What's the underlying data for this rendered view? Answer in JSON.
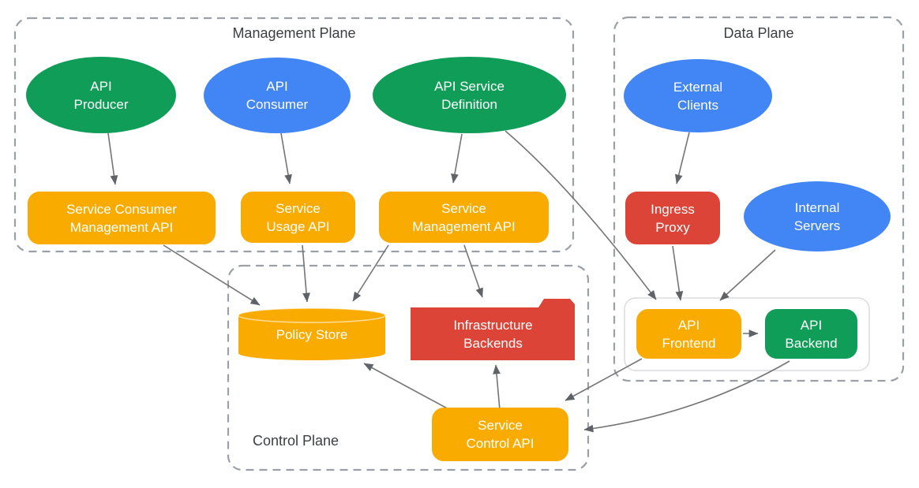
{
  "planes": {
    "management": {
      "label": "Management Plane"
    },
    "data": {
      "label": "Data Plane"
    },
    "control": {
      "label": "Control Plane"
    }
  },
  "nodes": {
    "api_producer": {
      "line1": "API",
      "line2": "Producer",
      "shape": "ellipse",
      "color": "#0f9d58"
    },
    "api_consumer": {
      "line1": "API",
      "line2": "Consumer",
      "shape": "ellipse",
      "color": "#4285f4"
    },
    "api_service_definition": {
      "line1": "API Service",
      "line2": "Definition",
      "shape": "ellipse",
      "color": "#0f9d58"
    },
    "external_clients": {
      "line1": "External",
      "line2": "Clients",
      "shape": "ellipse",
      "color": "#4285f4"
    },
    "internal_servers": {
      "line1": "Internal",
      "line2": "Servers",
      "shape": "ellipse",
      "color": "#4285f4"
    },
    "service_consumer_management_api": {
      "line1": "Service Consumer",
      "line2": "Management API",
      "shape": "rounded-rect",
      "color": "#f9ab00"
    },
    "service_usage_api": {
      "line1": "Service",
      "line2": "Usage API",
      "shape": "rounded-rect",
      "color": "#f9ab00"
    },
    "service_management_api": {
      "line1": "Service",
      "line2": "Management API",
      "shape": "rounded-rect",
      "color": "#f9ab00"
    },
    "ingress_proxy": {
      "line1": "Ingress",
      "line2": "Proxy",
      "shape": "rounded-rect",
      "color": "#db4437"
    },
    "api_frontend": {
      "line1": "API",
      "line2": "Frontend",
      "shape": "rounded-rect",
      "color": "#f9ab00"
    },
    "api_backend": {
      "line1": "API",
      "line2": "Backend",
      "shape": "rounded-rect",
      "color": "#0f9d58"
    },
    "policy_store": {
      "line1": "Policy Store",
      "shape": "cylinder",
      "color": "#f9ab00"
    },
    "infrastructure_backends": {
      "line1": "Infrastructure",
      "line2": "Backends",
      "shape": "folder",
      "color": "#db4437"
    },
    "service_control_api": {
      "line1": "Service",
      "line2": "Control API",
      "shape": "rounded-rect",
      "color": "#f9ab00"
    }
  },
  "edges": [
    {
      "from": "api_producer",
      "to": "service_consumer_management_api"
    },
    {
      "from": "api_consumer",
      "to": "service_usage_api"
    },
    {
      "from": "api_service_definition",
      "to": "service_management_api"
    },
    {
      "from": "api_service_definition",
      "to": "api_frontend"
    },
    {
      "from": "external_clients",
      "to": "ingress_proxy"
    },
    {
      "from": "ingress_proxy",
      "to": "api_frontend"
    },
    {
      "from": "internal_servers",
      "to": "api_frontend"
    },
    {
      "from": "api_frontend",
      "to": "api_backend"
    },
    {
      "from": "api_frontend",
      "to": "service_control_api"
    },
    {
      "from": "api_backend",
      "to": "service_control_api"
    },
    {
      "from": "service_consumer_management_api",
      "to": "policy_store"
    },
    {
      "from": "service_usage_api",
      "to": "policy_store"
    },
    {
      "from": "service_management_api",
      "to": "policy_store"
    },
    {
      "from": "service_management_api",
      "to": "infrastructure_backends"
    },
    {
      "from": "service_control_api",
      "to": "policy_store"
    },
    {
      "from": "service_control_api",
      "to": "infrastructure_backends"
    }
  ],
  "colors": {
    "green": "#0f9d58",
    "blue": "#4285f4",
    "orange": "#f9ab00",
    "red": "#db4437",
    "plane_border": "#9aa0a6",
    "plane_label_text": "#3c4043",
    "connector": "#757575",
    "arrowhead": "#5f6368",
    "serving_container_border": "#dadce0",
    "node_text": "#ffffff"
  }
}
